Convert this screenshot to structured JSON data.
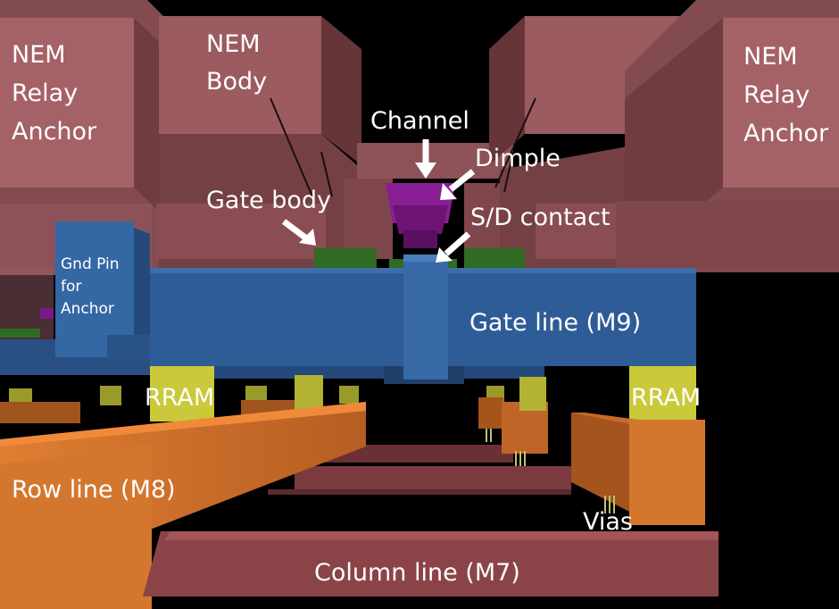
{
  "labels": {
    "nem_relay_anchor_left": [
      "NEM",
      "Relay",
      "Anchor"
    ],
    "nem_body": [
      "NEM",
      "Body"
    ],
    "nem_relay_anchor_right": [
      "NEM",
      "Relay",
      "Anchor"
    ],
    "channel": "Channel",
    "dimple": "Dimple",
    "gate_body": "Gate body",
    "sd_contact": "S/D contact",
    "gnd_pin": [
      "Gnd Pin",
      "for",
      "Anchor"
    ],
    "gate_line": "Gate line (M9)",
    "rram_left": "RRAM",
    "rram_right": "RRAM",
    "row_line": "Row line (M8)",
    "vias": "Vias",
    "column_line": "Column line (M7)"
  },
  "colors": {
    "background": "#000000",
    "nem_body": "#9c5a5e",
    "gate_line": "#2e5c96",
    "gate_body": "#2f6b22",
    "channel": "#7d1a86",
    "rram": "#c9c93a",
    "row_line": "#d4772e",
    "column_line": "#7e3a3e",
    "label": "#ffffff",
    "arrow": "#ffffff"
  }
}
